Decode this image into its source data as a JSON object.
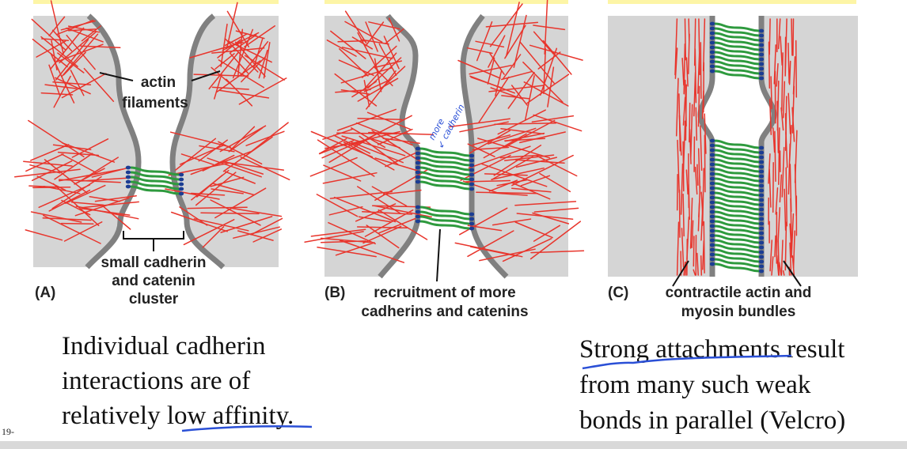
{
  "panels": [
    {
      "letter": "(A)",
      "labels": {
        "actin_line1": "actin",
        "actin_line2": "filaments",
        "cluster_line1": "small cadherin",
        "cluster_line2": "and catenin",
        "cluster_line3": "cluster"
      }
    },
    {
      "letter": "(B)",
      "labels": {
        "caption_line1": "recruitment of more",
        "caption_line2": "cadherins and catenins"
      },
      "handwritten_note_line1": "more",
      "handwritten_note_line2": "↙ cadherin"
    },
    {
      "letter": "(C)",
      "labels": {
        "caption_line1": "contractile actin and",
        "caption_line2": "myosin bundles"
      }
    }
  ],
  "notes": {
    "left_line1": "Individual cadherin",
    "left_line2": "interactions are of",
    "left_line3": "relatively low affinity.",
    "right_line1": "Strong attachments result",
    "right_line2": "from many such weak",
    "right_line3": "bonds in parallel (Velcro)"
  },
  "slide_number": "19-",
  "colors": {
    "cell": "#d5d5d5",
    "membrane": "#808080",
    "actin": "#e8352c",
    "cadherin": "#2e9a3e",
    "catenin": "#1b3d93",
    "highlight_bar": "#fdf5a6",
    "annotation_ink": "#2a4fd6"
  }
}
